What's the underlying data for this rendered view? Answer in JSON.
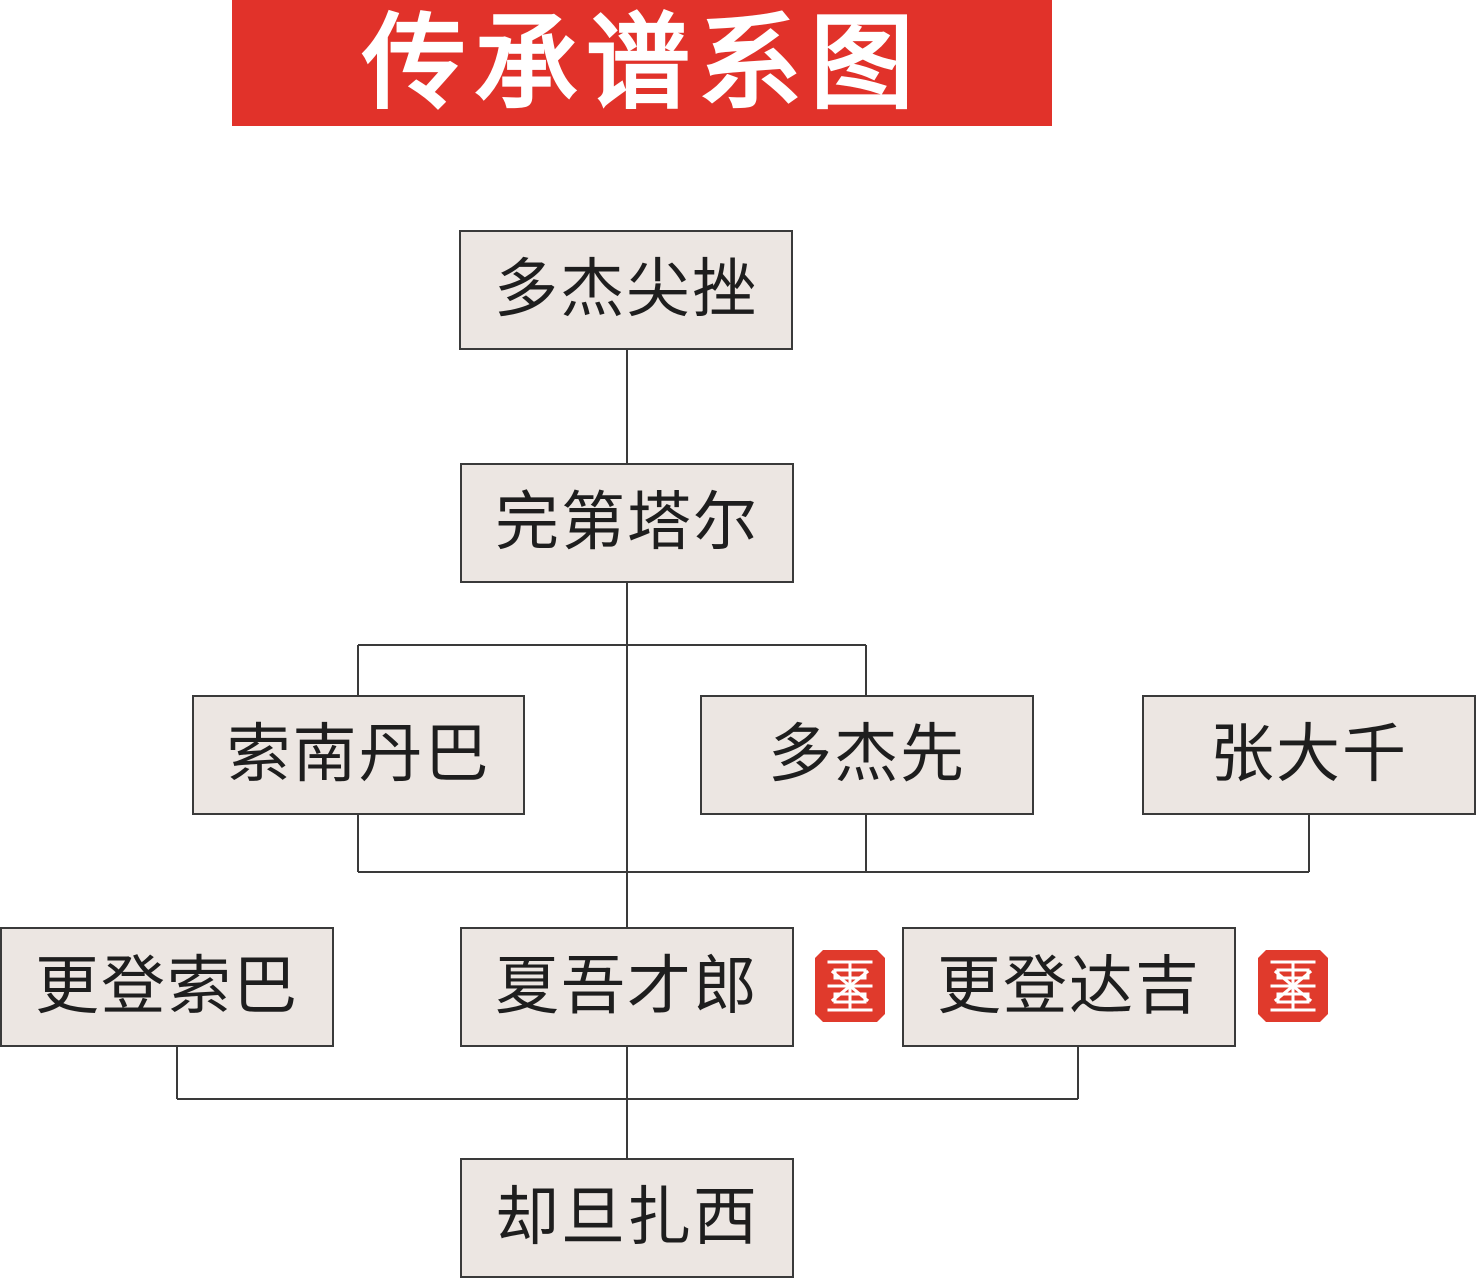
{
  "title": "传承谱系图",
  "colors": {
    "banner": "#e1322a",
    "node_fill": "#ece6e2",
    "node_border": "#3a3a3a",
    "line": "#3a3a3a",
    "seal": "#e03a2c"
  },
  "nodes": [
    {
      "id": "n1",
      "label": "多杰尖挫"
    },
    {
      "id": "n2",
      "label": "完第塔尔"
    },
    {
      "id": "n3",
      "label": "索南丹巴"
    },
    {
      "id": "n4",
      "label": "多杰先"
    },
    {
      "id": "n5",
      "label": "张大千"
    },
    {
      "id": "n6",
      "label": "更登索巴"
    },
    {
      "id": "n7",
      "label": "夏吾才郎"
    },
    {
      "id": "n8",
      "label": "更登达吉"
    },
    {
      "id": "n9",
      "label": "却旦扎西"
    }
  ],
  "seals": [
    {
      "icon": "red-seal-icon"
    },
    {
      "icon": "red-seal-icon"
    }
  ]
}
